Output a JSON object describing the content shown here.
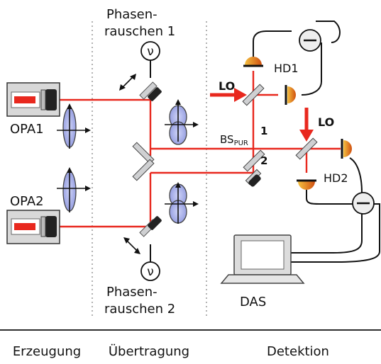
{
  "labels": {
    "phase1_line1": "Phasen-",
    "phase1_line2": "rauschen 1",
    "phase2_line1": "Phasen-",
    "phase2_line2": "rauschen 2",
    "opa1": "OPA1",
    "opa2": "OPA2",
    "lo_top": "LO",
    "lo_right": "LO",
    "hd1": "HD1",
    "hd2": "HD2",
    "bs_main": "BS",
    "bs_sub": "PUR",
    "port1": "1",
    "port2": "2",
    "das": "DAS",
    "nu_top": "ν",
    "nu_bottom": "ν"
  },
  "sections": [
    "Erzeugung",
    "Übertragung",
    "Detektion"
  ],
  "colors": {
    "beam": "#e8281e",
    "lens": "#9ea6e6",
    "detector": "#e8a020",
    "box": "#d8d8d8",
    "mirror": "#cfd0d2"
  }
}
